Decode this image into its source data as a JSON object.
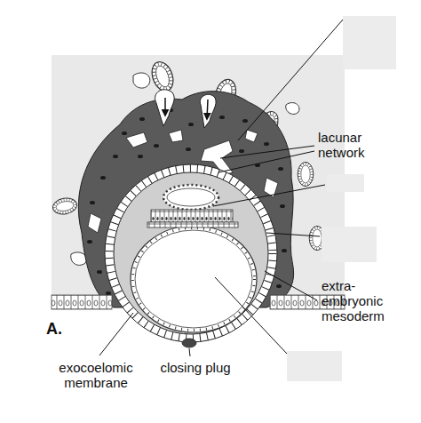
{
  "diagram": {
    "labels": [
      "lacunar network",
      "extra- embryonic mesoderm",
      "A.",
      "exocoelomic membrane",
      "closing plug"
    ]
  }
}
